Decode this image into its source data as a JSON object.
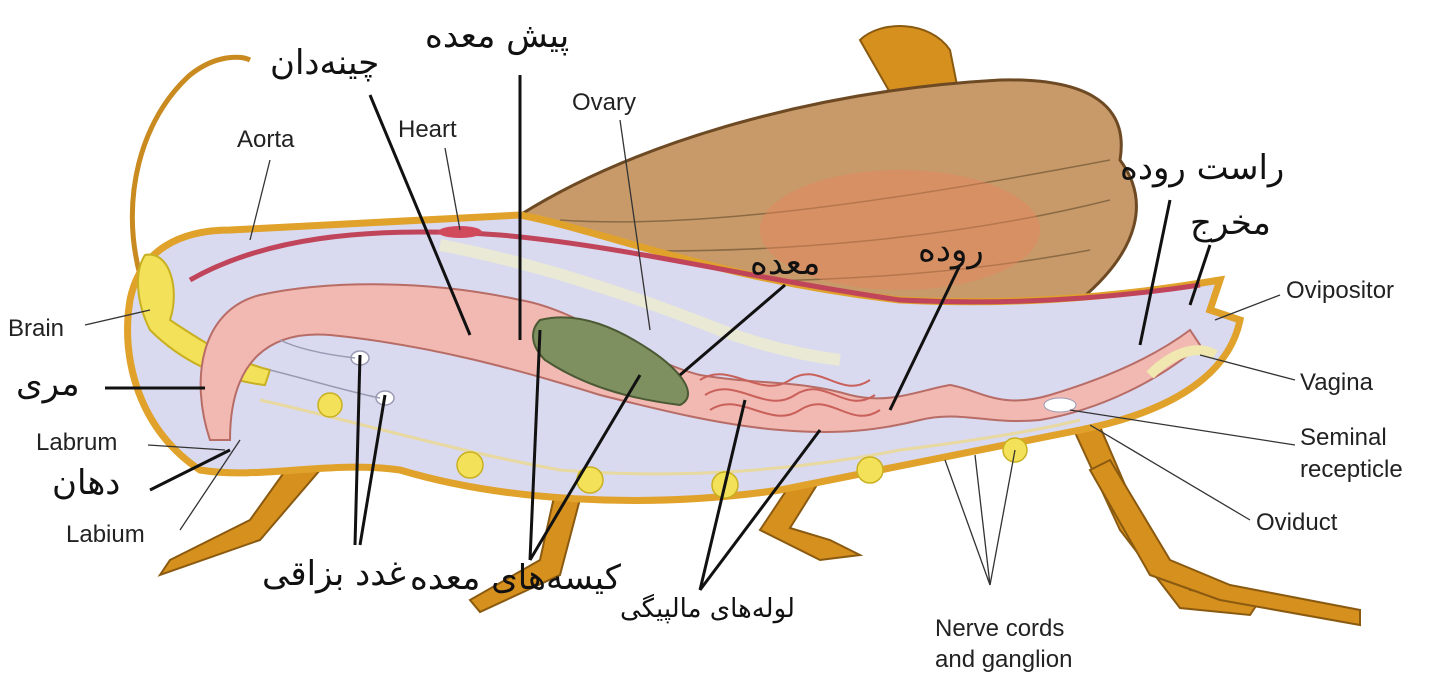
{
  "labels_en": {
    "aorta": "Aorta",
    "heart": "Heart",
    "ovary": "Ovary",
    "brain": "Brain",
    "labrum": "Labrum",
    "labium": "Labium",
    "ovipositor": "Ovipositor",
    "vagina": "Vagina",
    "seminal_1": "Seminal",
    "seminal_2": "recepticle",
    "oviduct": "Oviduct",
    "nerve_1": "Nerve cords",
    "nerve_2": "and ganglion"
  },
  "labels_fa": {
    "crop": "چینه‌دان",
    "foregut": "پیش معده",
    "stomach": "معده",
    "intestine": "روده",
    "rectum": "راست روده",
    "anus": "مخرج",
    "esophagus": "مری",
    "mouth": "دهان",
    "salivary": "غدد بزاقی",
    "gastric": "کیسه‌های معده",
    "malpighian": "لوله‌های مالپیگی"
  },
  "colors": {
    "body_outline": "#e0a22a",
    "body_fill": "#d9d9ef",
    "wing": "#c89a6a",
    "gut": "#f1b9b2",
    "gastric_caeca": "#7f9060",
    "nerve_ganglia": "#f3e15a",
    "leg": "#d6901e",
    "leader_line": "#111111"
  }
}
